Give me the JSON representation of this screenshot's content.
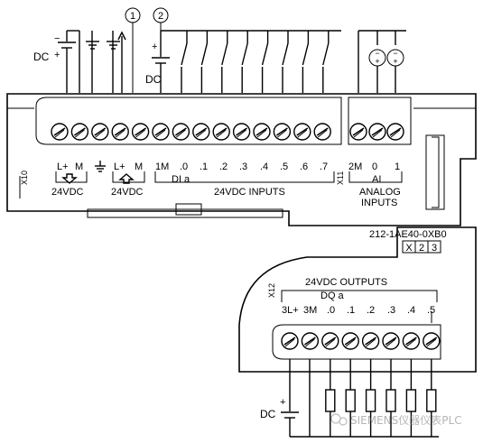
{
  "callouts": [
    "1",
    "2"
  ],
  "supply": {
    "left_dc": "DC",
    "mid_dc": "DC",
    "bottom_dc": "DC",
    "minus": "−",
    "plus": "+"
  },
  "top_block": {
    "x10_tag": "X10",
    "power_terms": [
      "L+",
      "M"
    ],
    "sensor_terms": [
      "L+",
      "M"
    ],
    "power_caption": "24VDC",
    "sensor_caption": "24VDC",
    "input_terms": [
      "1M",
      ".0",
      ".1",
      ".2",
      ".3",
      ".4",
      ".5",
      ".6",
      ".7"
    ],
    "di_group": "DI a",
    "inputs_caption": "24VDC INPUTS",
    "x11_tag": "X11",
    "analog_terms": [
      "2M",
      "0",
      "1"
    ],
    "ai_group": "AI",
    "analog_caption_1": "ANALOG",
    "analog_caption_2": "INPUTS"
  },
  "part_number": "212-1AE40-0XB0",
  "slot_boxes": [
    "X",
    "2",
    "3"
  ],
  "bottom_block": {
    "outputs_caption": "24VDC OUTPUTS",
    "dq_group": "DQ a",
    "x12_tag": "X12",
    "output_terms": [
      "3L+",
      "3M",
      ".0",
      ".1",
      ".2",
      ".3",
      ".4",
      ".5"
    ]
  },
  "watermark": "SIEMENS仪器仪表PLC"
}
